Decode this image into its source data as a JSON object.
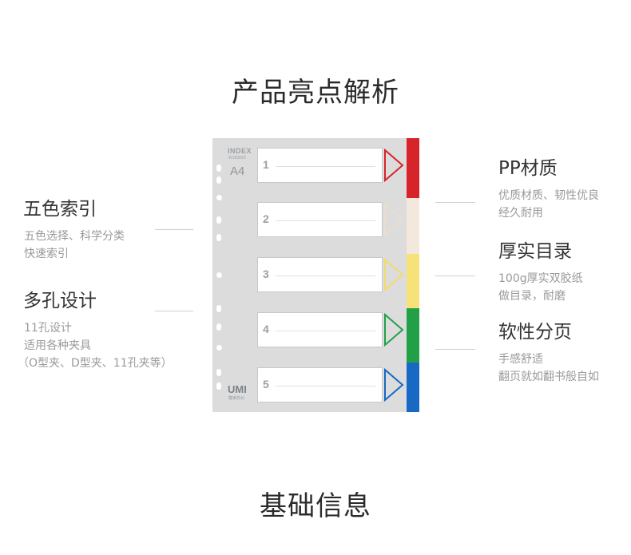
{
  "sections": {
    "analysis_title": "产品亮点解析",
    "basic_title": "基础信息"
  },
  "features_left": [
    {
      "title": "五色索引",
      "lines": [
        "五色选择、科学分类",
        "快速索引"
      ]
    },
    {
      "title": "多孔设计",
      "lines": [
        "11孔设计",
        "适用各种夹具",
        "（O型夹、D型夹、11孔夹等）"
      ]
    }
  ],
  "features_right": [
    {
      "title": "PP材质",
      "lines": [
        "优质材质、韧性优良",
        "经久耐用"
      ]
    },
    {
      "title": "厚实目录",
      "lines": [
        "100g厚实双胶纸",
        "做目录，耐磨"
      ]
    },
    {
      "title": "软性分页",
      "lines": [
        "手感舒适",
        "翻页就如翻书般自如"
      ]
    }
  ],
  "product": {
    "index_label": "INDEX",
    "code": "W16002X",
    "size": "A4",
    "brand": "UMI",
    "brand_sub": "悠米办公",
    "tabs": [
      {
        "num": "1",
        "color": "#d7232a"
      },
      {
        "num": "2",
        "color": "#f3e8dc"
      },
      {
        "num": "3",
        "color": "#f7e27a"
      },
      {
        "num": "4",
        "color": "#22a047"
      },
      {
        "num": "5",
        "color": "#1769c4"
      }
    ]
  }
}
